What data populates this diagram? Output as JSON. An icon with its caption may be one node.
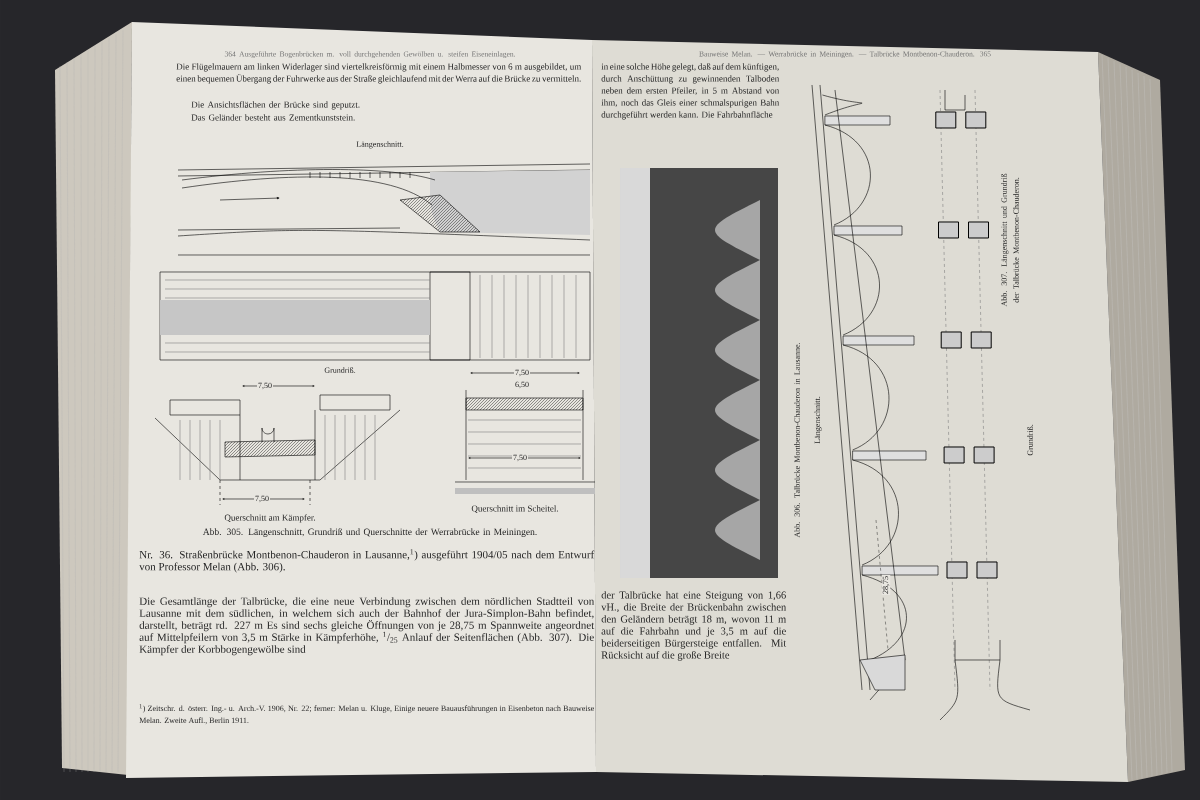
{
  "diagram": {
    "labels": [
      "364 Ausgeführte Bogenbrücken m. voll durchgehenden Gewölben u. steifen Eiseneinlagen.",
      "Die Flügelmauern am linken Widerlager sind viertelkreisförmig mit einem Halbmesser von 6 m ausgebildet, um einen bequemen Übergang der Fuhrwerke aus der Straße gleichlaufend mit der Werra auf die Brücke zu vermitteln.",
      "Die Ansichtsflächen der Brücke sind geputzt.",
      "Das Geländer besteht aus Zementkunststein.",
      "Längenschnitt.",
      "Grundriß.",
      "7,50",
      "7,50",
      "6,50",
      "7,50",
      "7,50",
      "Querschnitt am Kämpfer.",
      "Querschnitt im Scheitel.",
      "Abb. 305. Längenschnitt, Grundriß und Querschnitte der Werrabrücke in Meiningen.",
      "Nr. 36. Straßenbrücke Montbenon-Chauderon in Lausanne,$^{1}$) ausgeführt 1904/05 nach dem Entwurf von Professor Melan (Abb. 306).",
      "Die Gesamtlänge der Talbrücke, die eine neue Verbindung zwischen dem nördlichen Stadtteil von Lausanne mit dem südlichen, in welchem sich auch der Bahnhof der Jura-Simplon-Bahn befindet, darstellt, beträgt rd. 227 m Es sind sechs gleiche Öffnungen von je 28,75 m Spannweite angeordnet auf Mittelpfeilern von 3,5 m Stärke in Kämpferhöhe, $^{1}$/$_{25}$ Anlauf der Seitenflächen (Abb. 307). Die Kämpfer der Korbbogengewölbe sind",
      "$^{1}$) Zeitschr. d. österr. Ing.- u. Arch.-V. 1906, Nr. 22; ferner: Melan u. Kluge, Einige neuere Bauausführungen in Eisenbeton nach Bauweise Melan. Zweite Aufl., Berlin 1911.",
      "Bauweise Melan. — Werrabrücke in Meiningen. — Talbrücke Montbenon-Chauderon. 365",
      "in eine solche Höhe gelegt, daß auf dem künftigen, durch Anschüttung zu gewinnenden Talboden neben dem ersten Pfeiler, in 5 m Abstand von ihm, noch das Gleis einer schmalspurigen Bahn durchgeführt werden kann. Die Fahrbahnfläche",
      "Abb. 306. Talbrücke Montbenon-Chauderon in Lausanne.",
      "Längenschnitt.",
      "28,75",
      "Abb. 307. Längenschnitt und Grundriß der Talbrücke Montbenon-Chauderon.",
      "Grundriß.",
      "der Talbrücke hat eine Steigung von 1,66 vH., die Breite der Brückenbahn zwischen den Geländern beträgt 18 m, wovon 11 m auf die Fahrbahn und je 3,5 m auf die beiderseitigen Bürgersteige entfallen. Mit Rücksicht auf die große Breite"
    ]
  }
}
